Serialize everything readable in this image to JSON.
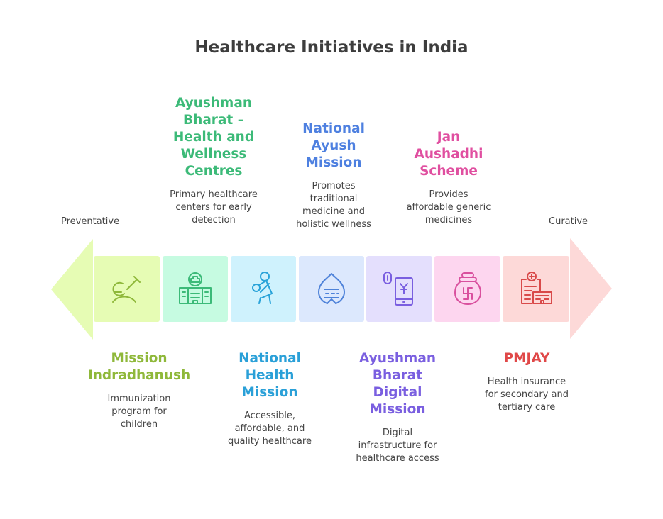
{
  "title": "Healthcare Initiatives in India",
  "axis": {
    "left": "Preventative",
    "right": "Curative"
  },
  "colors": {
    "c1": "#8fb83a",
    "c2": "#3cba78",
    "c3": "#2aa0d8",
    "c4": "#4e80e0",
    "c5": "#7a5fe0",
    "c6": "#e04fa0",
    "c7": "#e04848"
  },
  "items": [
    {
      "title": "Mission\nIndradhanush",
      "desc": "Immunization\nprogram for\nchildren",
      "icon": "vaccine-icon"
    },
    {
      "title": "Ayushman\nBharat –\nHealth and\nWellness\nCentres",
      "desc": "Primary healthcare\ncenters for early\ndetection",
      "icon": "hospital-icon"
    },
    {
      "title": "National\nHealth\nMission",
      "desc": "Accessible,\naffordable, and\nquality healthcare",
      "icon": "mother-child-icon"
    },
    {
      "title": "National\nAyush\nMission",
      "desc": "Promotes\ntraditional\nmedicine and\nholistic wellness",
      "icon": "ayurveda-drop-icon"
    },
    {
      "title": "Ayushman\nBharat\nDigital\nMission",
      "desc": "Digital\ninfrastructure for\nhealthcare access",
      "icon": "digital-payment-icon"
    },
    {
      "title": "Jan\nAushadhi\nScheme",
      "desc": "Provides\naffordable generic\nmedicines",
      "icon": "medicine-jar-icon"
    },
    {
      "title": "PMJAY",
      "desc": "Health insurance\nfor secondary and\ntertiary care",
      "icon": "insurance-hospital-icon"
    }
  ]
}
